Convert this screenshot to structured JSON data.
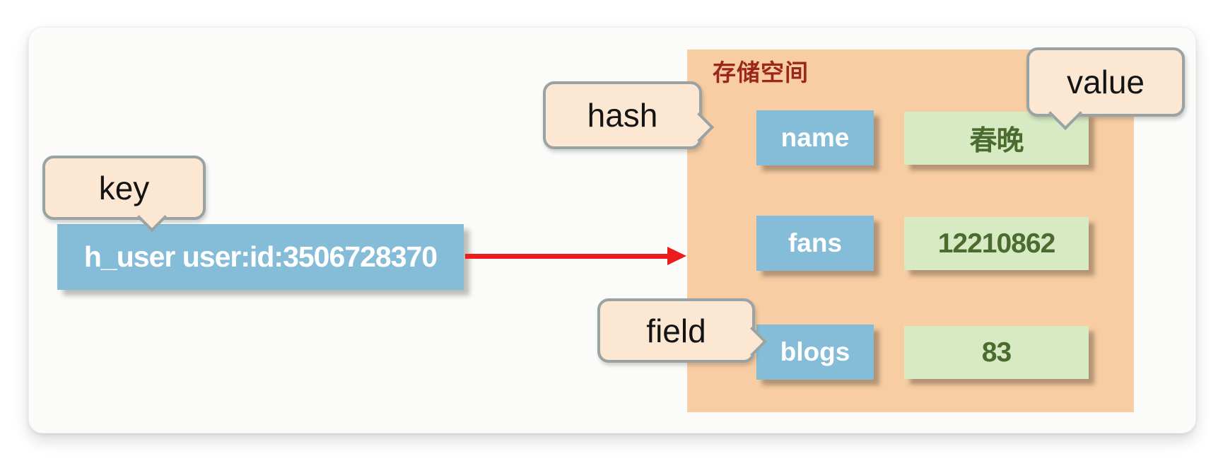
{
  "diagram": {
    "type": "redis-hash-structure",
    "storage_title": "存储空间",
    "key_text": "h_user user:id:3506728370",
    "callouts": {
      "key": "key",
      "hash": "hash",
      "field": "field",
      "value": "value"
    },
    "rows": [
      {
        "field": "name",
        "value": "春晚"
      },
      {
        "field": "fans",
        "value": "12210862"
      },
      {
        "field": "blogs",
        "value": "83"
      }
    ],
    "colors": {
      "storage_bg": "#f8cda3",
      "field_box": "#85bcd7",
      "key_box": "#85bcd7",
      "value_box": "#d7eac3",
      "value_text": "#4a6c2f",
      "title_text": "#9b271b",
      "arrow": "#ed1c1c",
      "callout_bg": "#fce7d2",
      "callout_border": "#9aa3a4"
    }
  }
}
